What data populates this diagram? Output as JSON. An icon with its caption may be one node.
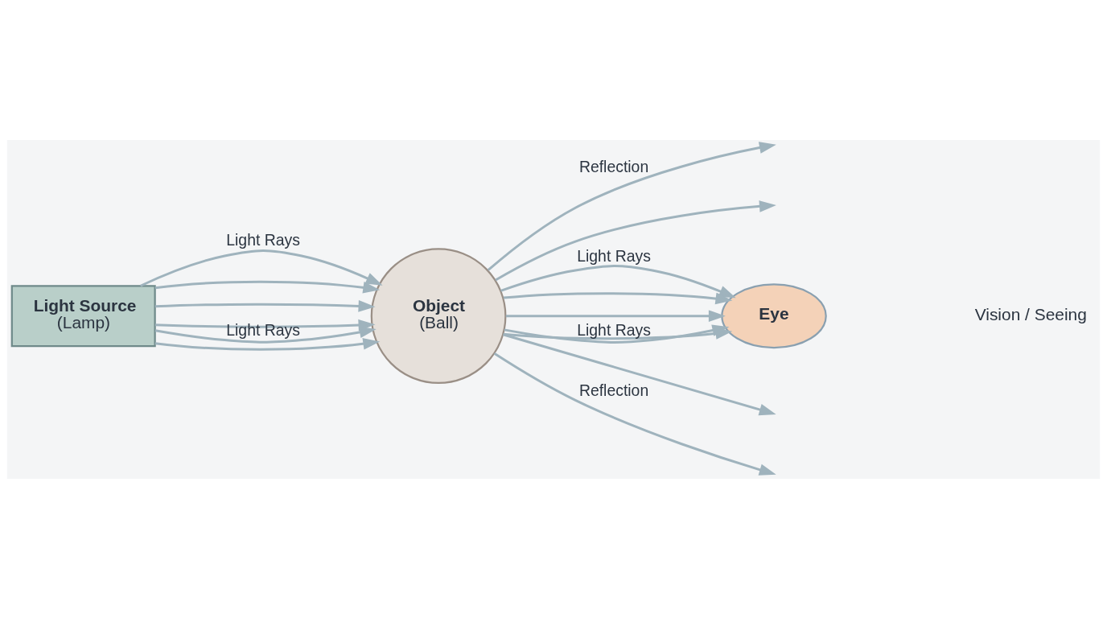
{
  "diagram": {
    "nodes": [
      {
        "text": [
          "Light Source",
          "(Lamp)"
        ]
      },
      {
        "text": [
          "Object",
          "(Ball)"
        ]
      },
      {
        "text": [
          "Eye"
        ]
      }
    ],
    "edges": [
      {
        "from": 0,
        "to": 1,
        "arrow": "to",
        "label": "Light Rays"
      },
      {
        "from": 0,
        "to": 1,
        "arrow": "to"
      },
      {
        "from": 0,
        "to": 1,
        "arrow": "to"
      },
      {
        "from": 0,
        "to": 1,
        "arrow": "to"
      },
      {
        "from": 0,
        "to": 1,
        "arrow": "to"
      },
      {
        "from": 0,
        "to": 1,
        "arrow": "to",
        "label": "Light Rays"
      },
      {
        "from": 1,
        "to": null,
        "arrow": "to",
        "label": "Reflection"
      },
      {
        "from": 1,
        "to": null,
        "arrow": "to"
      },
      {
        "from": 1,
        "to": 2,
        "arrow": "to",
        "label": "Light Rays"
      },
      {
        "from": 1,
        "to": 2,
        "arrow": "to"
      },
      {
        "from": 1,
        "to": 2,
        "arrow": "to"
      },
      {
        "from": 1,
        "to": 2,
        "arrow": "to"
      },
      {
        "from": 1,
        "to": 2,
        "arrow": "to",
        "label": "Light Rays"
      },
      {
        "from": 1,
        "to": null,
        "arrow": "to"
      },
      {
        "from": 1,
        "to": null,
        "arrow": "to",
        "label": "Reflection"
      }
    ],
    "labels": [
      "Vision / Seeing"
    ]
  }
}
